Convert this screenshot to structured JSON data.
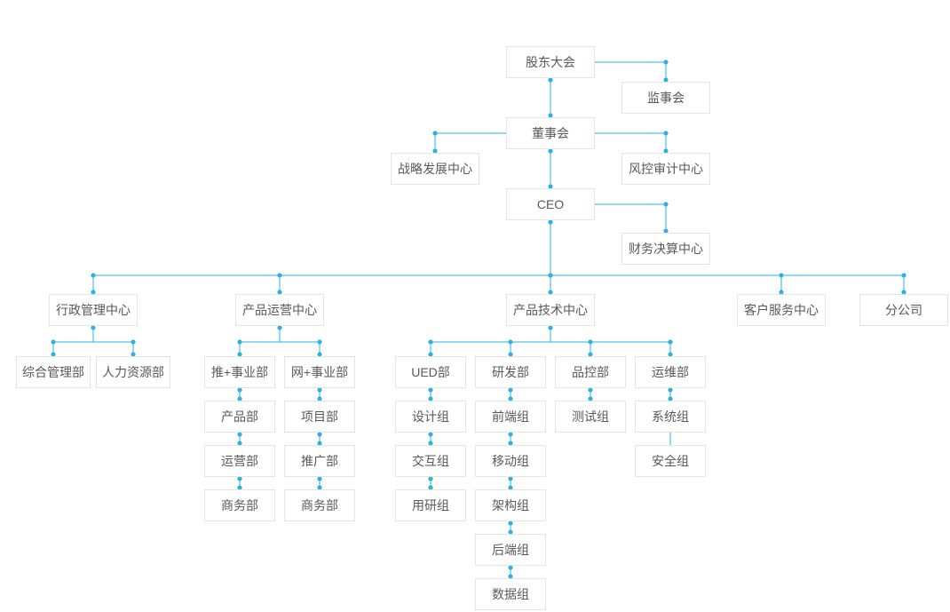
{
  "org_chart": {
    "colors": {
      "line": "#2ab3e7",
      "node_border": "#e4e4e4",
      "text": "#595959"
    },
    "nodes": {
      "shareholders": "股东大会",
      "supervisory": "监事会",
      "board": "董事会",
      "strategy": "战略发展中心",
      "risk_audit": "风控审计中心",
      "ceo": "CEO",
      "finance": "财务决算中心",
      "admin_center": "行政管理中心",
      "product_ops_center": "产品运营中心",
      "product_tech_center": "产品技术中心",
      "customer_service_center": "客户服务中心",
      "branch": "分公司",
      "general_admin": "综合管理部",
      "hr": "人力资源部",
      "tui_division": "推+事业部",
      "wang_division": "网+事业部",
      "product_dept": "产品部",
      "ops_dept": "运营部",
      "biz_dept_tui": "商务部",
      "project_dept": "项目部",
      "promo_dept": "推广部",
      "biz_dept_wang": "商务部",
      "ued_dept": "UED部",
      "rd_dept": "研发部",
      "qc_dept": "品控部",
      "om_dept": "运维部",
      "design_group": "设计组",
      "interaction_group": "交互组",
      "user_research_group": "用研组",
      "frontend_group": "前端组",
      "mobile_group": "移动组",
      "arch_group": "架构组",
      "backend_group": "后端组",
      "data_group": "数据组",
      "test_group": "测试组",
      "system_group": "系统组",
      "security_group": "安全组"
    }
  }
}
